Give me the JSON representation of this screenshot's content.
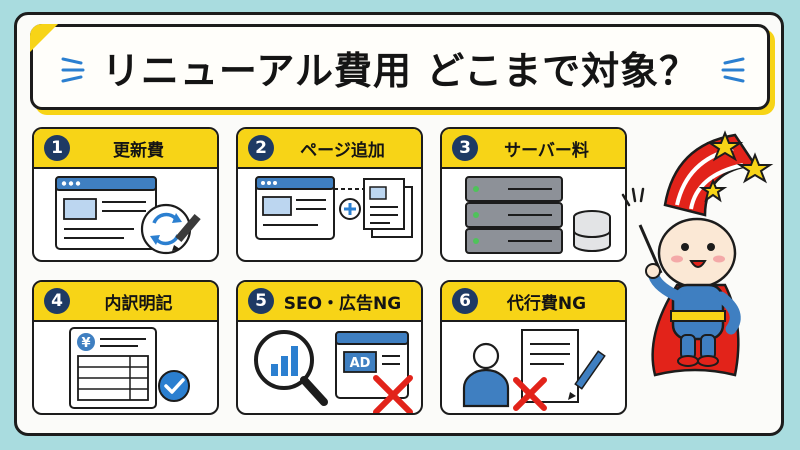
{
  "title": "リニューアル費用 どこまで対象？",
  "cards": [
    {
      "number": "1",
      "label": "更新費"
    },
    {
      "number": "2",
      "label": "ページ追加"
    },
    {
      "number": "3",
      "label": "サーバー料"
    },
    {
      "number": "4",
      "label": "内訳明記"
    },
    {
      "number": "5",
      "label": "SEO・広告NG"
    },
    {
      "number": "6",
      "label": "代行費NG"
    }
  ],
  "illustrations": {
    "currency_symbol": "¥",
    "ad_label": "AD"
  },
  "colors": {
    "background": "#a9dcdf",
    "accent_yellow": "#f7d417",
    "navy": "#1e3a64",
    "window_blue": "#3f7fc1",
    "cross_red": "#e2231a",
    "check_blue": "#2b7fd0"
  }
}
